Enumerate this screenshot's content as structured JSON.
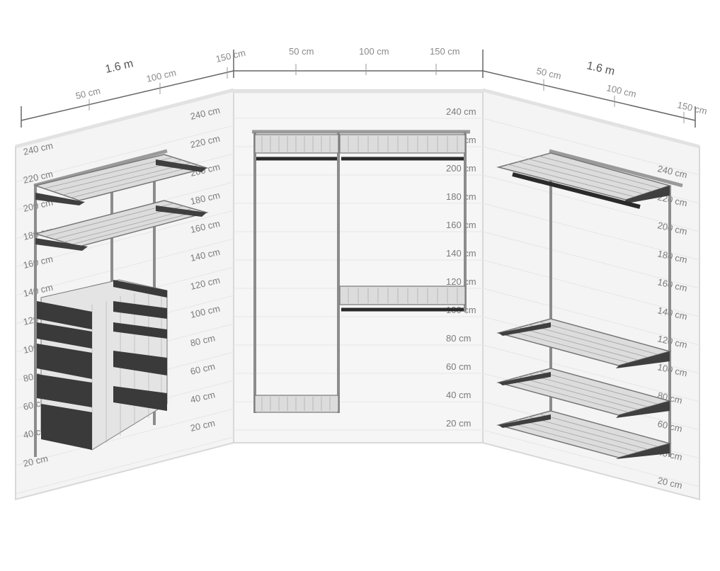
{
  "colors": {
    "wall": "#f4f4f4",
    "wall_edge": "#d8d8d8",
    "guide": "#e6e6e6",
    "metal": "#8c8c8c",
    "metal_dark": "#3f3f3f",
    "wire": "#9a9a9a",
    "rod": "#2a2a2a"
  },
  "dimensions": {
    "left_wall_length": "1.6 m",
    "right_wall_length": "1.6 m",
    "left_ruler": [
      "50 cm",
      "100 cm",
      "150 cm"
    ],
    "center_ruler": [
      "50 cm",
      "100 cm",
      "150 cm"
    ],
    "right_ruler": [
      "50 cm",
      "100 cm",
      "150 cm"
    ]
  },
  "height_scale": {
    "left_wall_near": [
      "240 cm",
      "220 cm",
      "200 cm",
      "180 cm",
      "160 cm",
      "140 cm",
      "120 cm",
      "100 cm",
      "80 cm",
      "60 cm",
      "40 cm",
      "20 cm"
    ],
    "left_wall_far": [
      "240 cm",
      "220 cm",
      "200 cm",
      "180 cm",
      "160 cm",
      "140 cm",
      "120 cm",
      "100 cm",
      "80 cm",
      "60 cm",
      "40 cm",
      "20 cm"
    ],
    "center_wall": [
      "240 cm",
      "220 cm",
      "200 cm",
      "180 cm",
      "160 cm",
      "140 cm",
      "120 cm",
      "100 cm",
      "80 cm",
      "60 cm",
      "40 cm",
      "20 cm"
    ],
    "right_wall_far": [
      "240 cm",
      "220 cm",
      "200 cm",
      "180 cm",
      "160 cm",
      "140 cm",
      "120 cm",
      "100 cm",
      "80 cm",
      "60 cm",
      "40 cm",
      "20 cm"
    ]
  }
}
